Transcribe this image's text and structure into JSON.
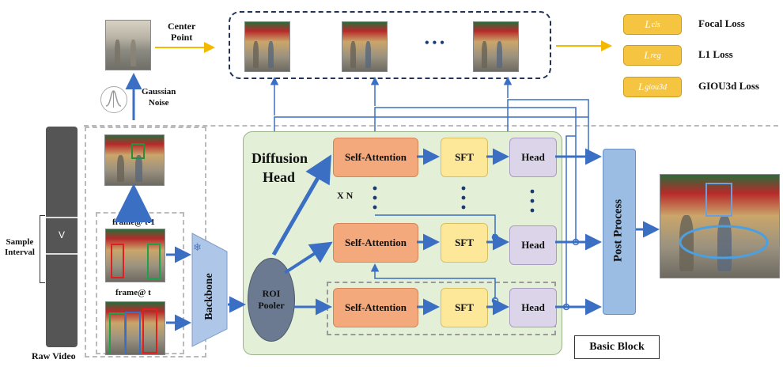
{
  "labels": {
    "center_point_line1": "Center",
    "center_point_line2": "Point",
    "gaussian_line1": "Gaussian",
    "gaussian_line2": "Noise",
    "ellipsis": "• • •",
    "sample_line1": "Sample",
    "sample_line2": "Interval",
    "video_marker": "V",
    "raw_video": "Raw Video",
    "frame_t_minus_1": "frame@ t-1",
    "frame_t": "frame@ t",
    "backbone": "Backbone",
    "roi_pooler_line1": "ROI",
    "roi_pooler_line2": "Pooler",
    "diffusion_head_line1": "Diffusion",
    "diffusion_head_line2": "Head",
    "xn": "X N",
    "self_attention": "Self-Attention",
    "sft": "SFT",
    "head": "Head",
    "post_process": "Post Process",
    "basic_block": "Basic Block"
  },
  "losses": [
    {
      "symbol": "L",
      "sub": "cls",
      "name": "Focal Loss"
    },
    {
      "symbol": "L",
      "sub": "reg",
      "name": "L1 Loss"
    },
    {
      "symbol": "L",
      "sub": "giou3d",
      "name": "GIOU3d Loss"
    }
  ],
  "colors": {
    "arrow_blue": "#3a6fc4",
    "arrow_yellow": "#f5b800",
    "diffusion_bg": "#e3efd7",
    "self_attention": "#f4a97c",
    "sft": "#fde89a",
    "head": "#dcd5ea",
    "post_process": "#9bbde3",
    "backbone": "#aec6e8",
    "roi_pooler": "#6c7a91",
    "loss_fill": "#f5c542"
  }
}
